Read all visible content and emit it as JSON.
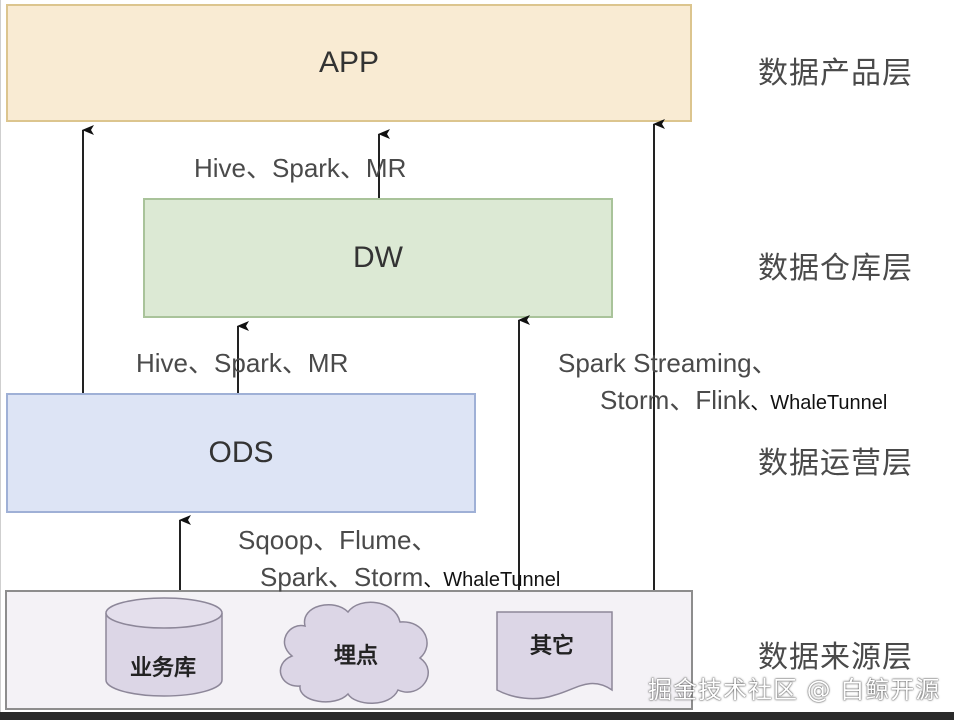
{
  "layers": {
    "app": "APP",
    "dw": "DW",
    "ods": "ODS"
  },
  "layer_names": {
    "product": "数据产品层",
    "warehouse": "数据仓库层",
    "operation": "数据运营层",
    "source": "数据来源层"
  },
  "edge_labels": {
    "dw_to_app": "Hive、Spark、MR",
    "ods_to_dw": "Hive、Spark、MR",
    "streaming_line1": "Spark Streaming、",
    "streaming_line2": "Storm、Flink",
    "streaming_line2_suffix": "、WhaleTunnel",
    "ingest_line1": "Sqoop、Flume、",
    "ingest_line2": "Spark、Storm",
    "ingest_line2_suffix": "、WhaleTunnel"
  },
  "sources": {
    "database": "业务库",
    "tracking": "埋点",
    "other": "其它"
  },
  "watermark": "掘金技术社区 @ 白鲸开源",
  "colors": {
    "app_fill": "#f9ebd3",
    "dw_fill": "#dce9d4",
    "ods_fill": "#dde4f5",
    "source_fill": "#f4f2f6",
    "shape_fill": "#dcd6e6"
  }
}
